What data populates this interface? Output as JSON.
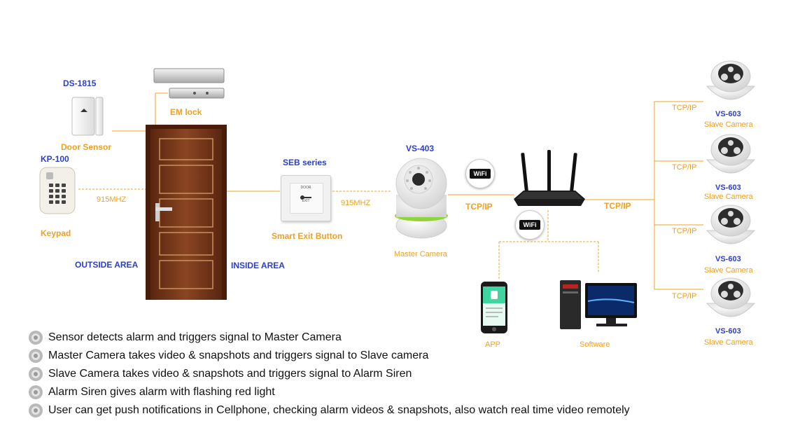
{
  "labels": {
    "door_sensor_model": "DS-1815",
    "door_sensor": "Door Sensor",
    "keypad_model": "KP-100",
    "keypad": "Keypad",
    "em_lock": "EM lock",
    "freq_left": "915MHZ",
    "freq_right": "915MHZ",
    "outside_area": "OUTSIDE AREA",
    "inside_area": "INSIDE AREA",
    "seb_model": "SEB series",
    "smart_exit": "Smart Exit Button",
    "master_model": "VS-403",
    "master_camera": "Master Camera",
    "tcpip_master": "TCP/IP",
    "tcpip_router": "TCP/IP",
    "wifi_top": "WiFi",
    "wifi_bottom": "WiFi",
    "app": "APP",
    "software": "Software",
    "exit_button_text_top": "DOOR",
    "exit_button_text_bottom": "EXIT"
  },
  "slave_cameras": [
    {
      "link": "TCP/IP",
      "model": "VS-603",
      "name": "Slave Camera"
    },
    {
      "link": "TCP/IP",
      "model": "VS-603",
      "name": "Slave Camera"
    },
    {
      "link": "TCP/IP",
      "model": "VS-603",
      "name": "Slave Camera"
    },
    {
      "link": "TCP/IP",
      "model": "VS-603",
      "name": "Slave Camera"
    }
  ],
  "steps": [
    "Sensor detects alarm and triggers signal to Master Camera",
    "Master Camera takes video & snapshots and triggers signal to Slave camera",
    "Slave  Camera takes video & snapshots and triggers signal to Alarm Siren",
    "Alarm Siren gives alarm with flashing red light",
    "User can get push notifications in Cellphone, checking alarm videos & snapshots, also watch real time video remotely"
  ],
  "colors": {
    "wire": "#f0a020",
    "blue_label": "#2b3fc9",
    "orange_label": "#f0a020",
    "door": "#7a3a1c",
    "camera_green": "#8fd43a"
  }
}
